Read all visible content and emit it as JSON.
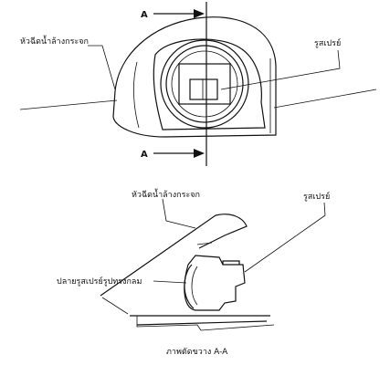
{
  "top_view": {
    "section_mark_top": "A",
    "section_mark_bottom": "A",
    "label_nozzle": "หัวฉีดน้ำล้างกระจก",
    "label_spray_hole": "รูสเปรย์"
  },
  "section_view": {
    "label_nozzle": "หัวฉีดน้ำล้างกระจก",
    "label_spray_hole": "รูสเปรย์",
    "label_round_tip": "ปลายรูสเปรย์รูปทรงกลม",
    "caption": "ภาพตัดขวาง A-A"
  }
}
